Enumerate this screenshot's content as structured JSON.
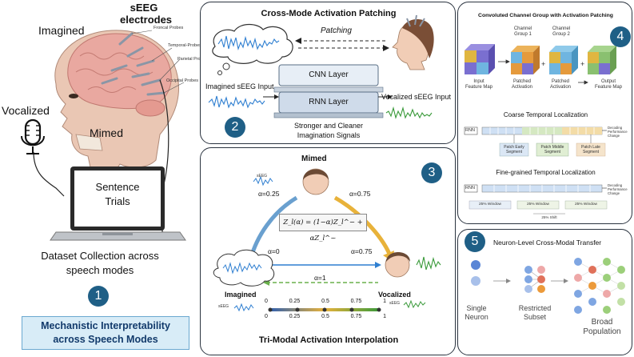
{
  "left": {
    "heading": "sEEG\nelectrodes",
    "imagined": "Imagined",
    "vocalized": "Vocalized",
    "mimed": "Mimed",
    "probes": [
      "Froncal Probes",
      "Temporal-Probes",
      "Parietal Probes",
      "Occipital Probes"
    ],
    "laptop_text": "Sentence\nTrials",
    "caption": "Dataset Collection across\nspeech modes",
    "badge": "1",
    "banner": "Mechanistic Interpretability\nacross Speech Modes"
  },
  "panel2": {
    "title": "Cross-Mode Activation Patching",
    "patching": "Patching",
    "imagined_input": "Imagined sEEG Input",
    "cnn": "CNN Layer",
    "rnn": "RNN Layer",
    "vocalized_input": "Vocalized sEEG Input",
    "bottom": "Stronger and Cleaner\nImagination Signals",
    "badge": "2"
  },
  "panel3": {
    "title": "Tri-Modal Activation Interpolation",
    "mimed": "Mimed",
    "imagined": "Imagined",
    "vocalized": "Vocalized",
    "seeg": "sEEG",
    "alpha_tl": "α=0.25",
    "alpha_tr": "α=0.75",
    "alpha_ml": "α=0",
    "alpha_mr": "α=0.75",
    "alpha_b": "α=1",
    "formula": "Z_l(α) = (1−α)Z_l^− + αZ_l^~",
    "scale_top": [
      "0",
      "0.25",
      "0.5",
      "0.75",
      "1"
    ],
    "scale_bottom": [
      "0",
      "0.25",
      "0.5",
      "0.75",
      "1"
    ],
    "badge": "3"
  },
  "panel4": {
    "title": "Convoluted Channel Group with Activation Patching",
    "group1": "Channel\nGroup 1",
    "group2": "Channel\nGroup 2",
    "input_map": "Input\nFeature Map",
    "patched1": "Patched\nActivation",
    "patched2": "Patched\nActivation",
    "output_map": "Output\nFeature Map",
    "coarse": "Coarse Temporal Localization",
    "fine": "Fine-grained Temporal Localization",
    "rnn": "RNN",
    "decoding": "Decoding\nPerformance\nChange",
    "seg_early": "Patch Early\nSegment",
    "seg_middle": "Patch Middle\nSegment",
    "seg_late": "Patch Late\nSegment",
    "window": "25% Window",
    "shift": "25% Shift",
    "badge": "4"
  },
  "panel5": {
    "title": "Neuron-Level Cross-Modal Transfer",
    "single": "Single\nNeuron",
    "restricted": "Restricted\nSubset",
    "broad": "Broad\nPopulation",
    "badge": "5"
  }
}
